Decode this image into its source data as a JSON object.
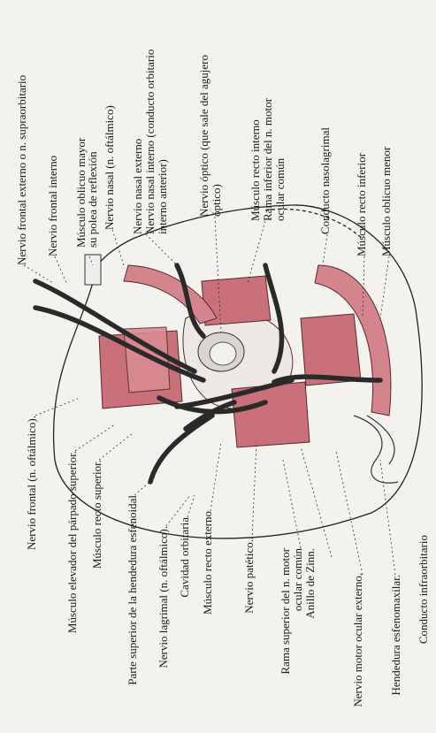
{
  "labels_top": [
    {
      "key": "supraorbitario",
      "text": "Nervio frontal externo o n. supraorbitario"
    },
    {
      "key": "frontal_interno",
      "text": "Nervio frontal interno"
    },
    {
      "key": "obliquo_mayor_1",
      "text": "Músculo oblicuo mayor"
    },
    {
      "key": "obliquo_mayor_2",
      "text": "su polea de reflexión"
    },
    {
      "key": "nasal",
      "text": "Nervio nasal (n. oftálmico)"
    },
    {
      "key": "nasal_externo",
      "text": "Nervio nasal externo"
    },
    {
      "key": "nasal_interno_1",
      "text": "Nervio nasal interno (conducto orbitario"
    },
    {
      "key": "nasal_interno_2",
      "text": "interno anterior)"
    },
    {
      "key": "optico_1",
      "text": "Nervio óptico (que sale del agujero"
    },
    {
      "key": "optico_2",
      "text": "óptico)"
    },
    {
      "key": "recto_interno",
      "text": "Músculo recto interno"
    },
    {
      "key": "rama_inferior_1",
      "text": "Rama inferior del n. motor"
    },
    {
      "key": "rama_inferior_2",
      "text": "ocular común"
    },
    {
      "key": "nasolagrimal",
      "text": "Conducto nasolagrimal"
    },
    {
      "key": "recto_inferior",
      "text": "Músculo recto inferior"
    },
    {
      "key": "obliquo_menor",
      "text": "Músculo oblicuo menor"
    }
  ],
  "labels_bottom": [
    {
      "key": "frontal",
      "text": "Nervio frontal (n. oftálmico)."
    },
    {
      "key": "elevador",
      "text": "Músculo elevador del párpado superior."
    },
    {
      "key": "recto_superior",
      "text": "Músculo recto superior."
    },
    {
      "key": "hendedura_sup",
      "text": "Parte superior de la hendedura esfenoidal"
    },
    {
      "key": "lagrimal",
      "text": "Nervio lagrimal (n. oftálmico)."
    },
    {
      "key": "cavidad",
      "text": "Cavidad orbitaria"
    },
    {
      "key": "recto_externo",
      "text": "Músculo recto externo"
    },
    {
      "key": "patetico",
      "text": "Nervio patético."
    },
    {
      "key": "rama_superior_1",
      "text": "Rama superior del n. motor"
    },
    {
      "key": "rama_superior_2",
      "text": "ocular común"
    },
    {
      "key": "zinn",
      "text": "Anillo de Zinn."
    },
    {
      "key": "motor_ocular_externo",
      "text": "Nervio motor ocular externo."
    },
    {
      "key": "esfenomaxilar",
      "text": "Hendedura esfenomaxilar."
    },
    {
      "key": "infraorbitario",
      "text": "Conducto infraorbitario"
    }
  ]
}
